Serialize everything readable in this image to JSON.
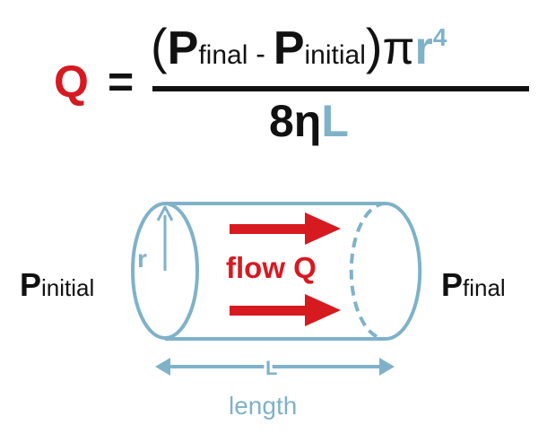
{
  "formula": {
    "lhs": "Q",
    "equals": "=",
    "open_paren": "(",
    "p_final_base": "P",
    "p_final_sub": "final",
    "minus": "-",
    "p_initial_base": "P",
    "p_initial_sub": "initial",
    "close_paren": ")",
    "pi": "π",
    "radius": "r",
    "radius_exponent": "4",
    "denominator_const": "8η",
    "denominator_length": "L"
  },
  "diagram": {
    "left_pressure_base": "P",
    "left_pressure_sub": "initial",
    "right_pressure_base": "P",
    "right_pressure_sub": "final",
    "radius_label": "r",
    "flow_label": "flow Q",
    "length_symbol": "L",
    "length_label": "length"
  },
  "colors": {
    "red": "#d71920",
    "blue": "#7fb2c9",
    "black": "#111111"
  }
}
